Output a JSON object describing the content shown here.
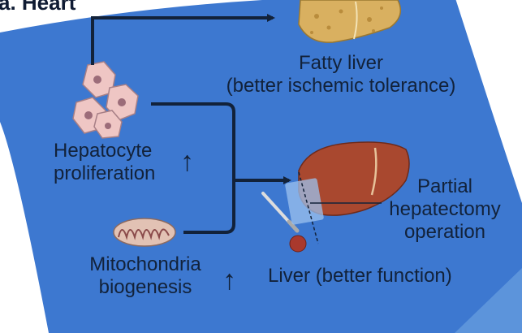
{
  "heading": "a. Heart",
  "liver_effects": {
    "fatty_liver": {
      "line1": "Fatty liver",
      "line2": "(better ischemic tolerance)"
    },
    "hepatocyte": {
      "line1": "Hepatocyte",
      "line2": "proliferation",
      "trend": "↑"
    },
    "mitochondria": {
      "line1": "Mitochondria",
      "line2": "biogenesis",
      "trend": "↑"
    },
    "partial_hepatectomy": {
      "line1": "Partial",
      "line2": "hepatectomy",
      "line3": "operation"
    },
    "liver_result": "Liver (better function)"
  },
  "colors": {
    "panel_blue": "#3d78d0",
    "dark_text": "#12223a",
    "liver_red": "#a9482f",
    "fatty_yellow": "#d9b060",
    "cell_pink": "#efc6c4"
  }
}
